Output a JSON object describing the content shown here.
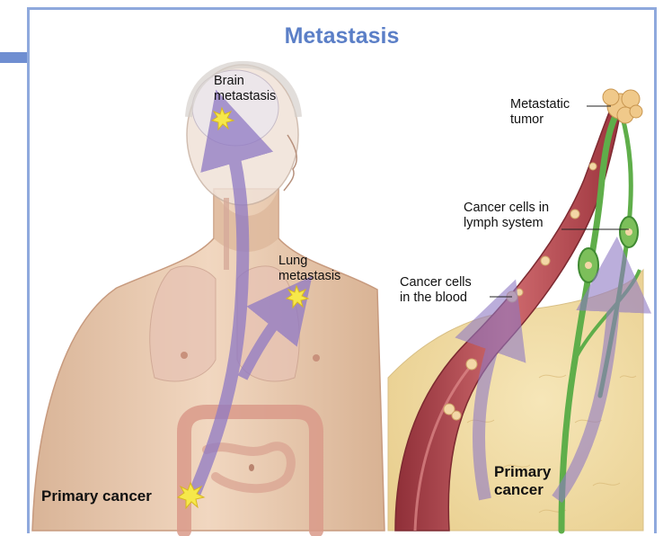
{
  "title": "Metastasis",
  "labels": {
    "brain_metastasis": "Brain\nmetastasis",
    "lung_metastasis": "Lung\nmetastasis",
    "primary_cancer_body": "Primary cancer",
    "metastatic_tumor": "Metastatic\ntumor",
    "cancer_cells_lymph": "Cancer cells in\nlymph system",
    "cancer_cells_blood": "Cancer cells\nin the blood",
    "primary_cancer_detail": "Primary\ncancer"
  },
  "colors": {
    "accent": "#5b7fc7",
    "frame": "#8fa9dd",
    "skin": "#eccfb4",
    "arrow": "#8f79c4",
    "blood_vessel": "#b8464f",
    "lymph_vessel": "#5fae4a",
    "tissue": "#f1dca6",
    "tumor_star": "#f6e84a"
  }
}
